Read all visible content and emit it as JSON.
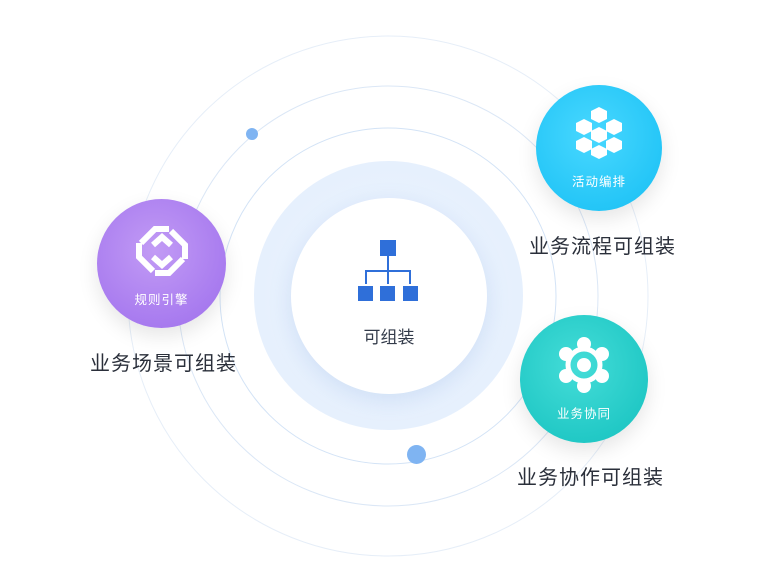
{
  "center": {
    "label": "可组装"
  },
  "nodes": [
    {
      "id": "rules",
      "label": "规则引擎",
      "caption": "业务场景可组装",
      "icon": "interlock-icon",
      "color": "#a87bef"
    },
    {
      "id": "activity",
      "label": "活动编排",
      "caption": "业务流程可组装",
      "icon": "cubes-icon",
      "color": "#25c6f7"
    },
    {
      "id": "collab",
      "label": "业务协同",
      "caption": "业务协作可组装",
      "icon": "network-icon",
      "color": "#22c9c6"
    }
  ],
  "colors": {
    "center_icon": "#2f6fd9",
    "ring": "#dbe8f7",
    "dot": "#7fb4f2"
  }
}
